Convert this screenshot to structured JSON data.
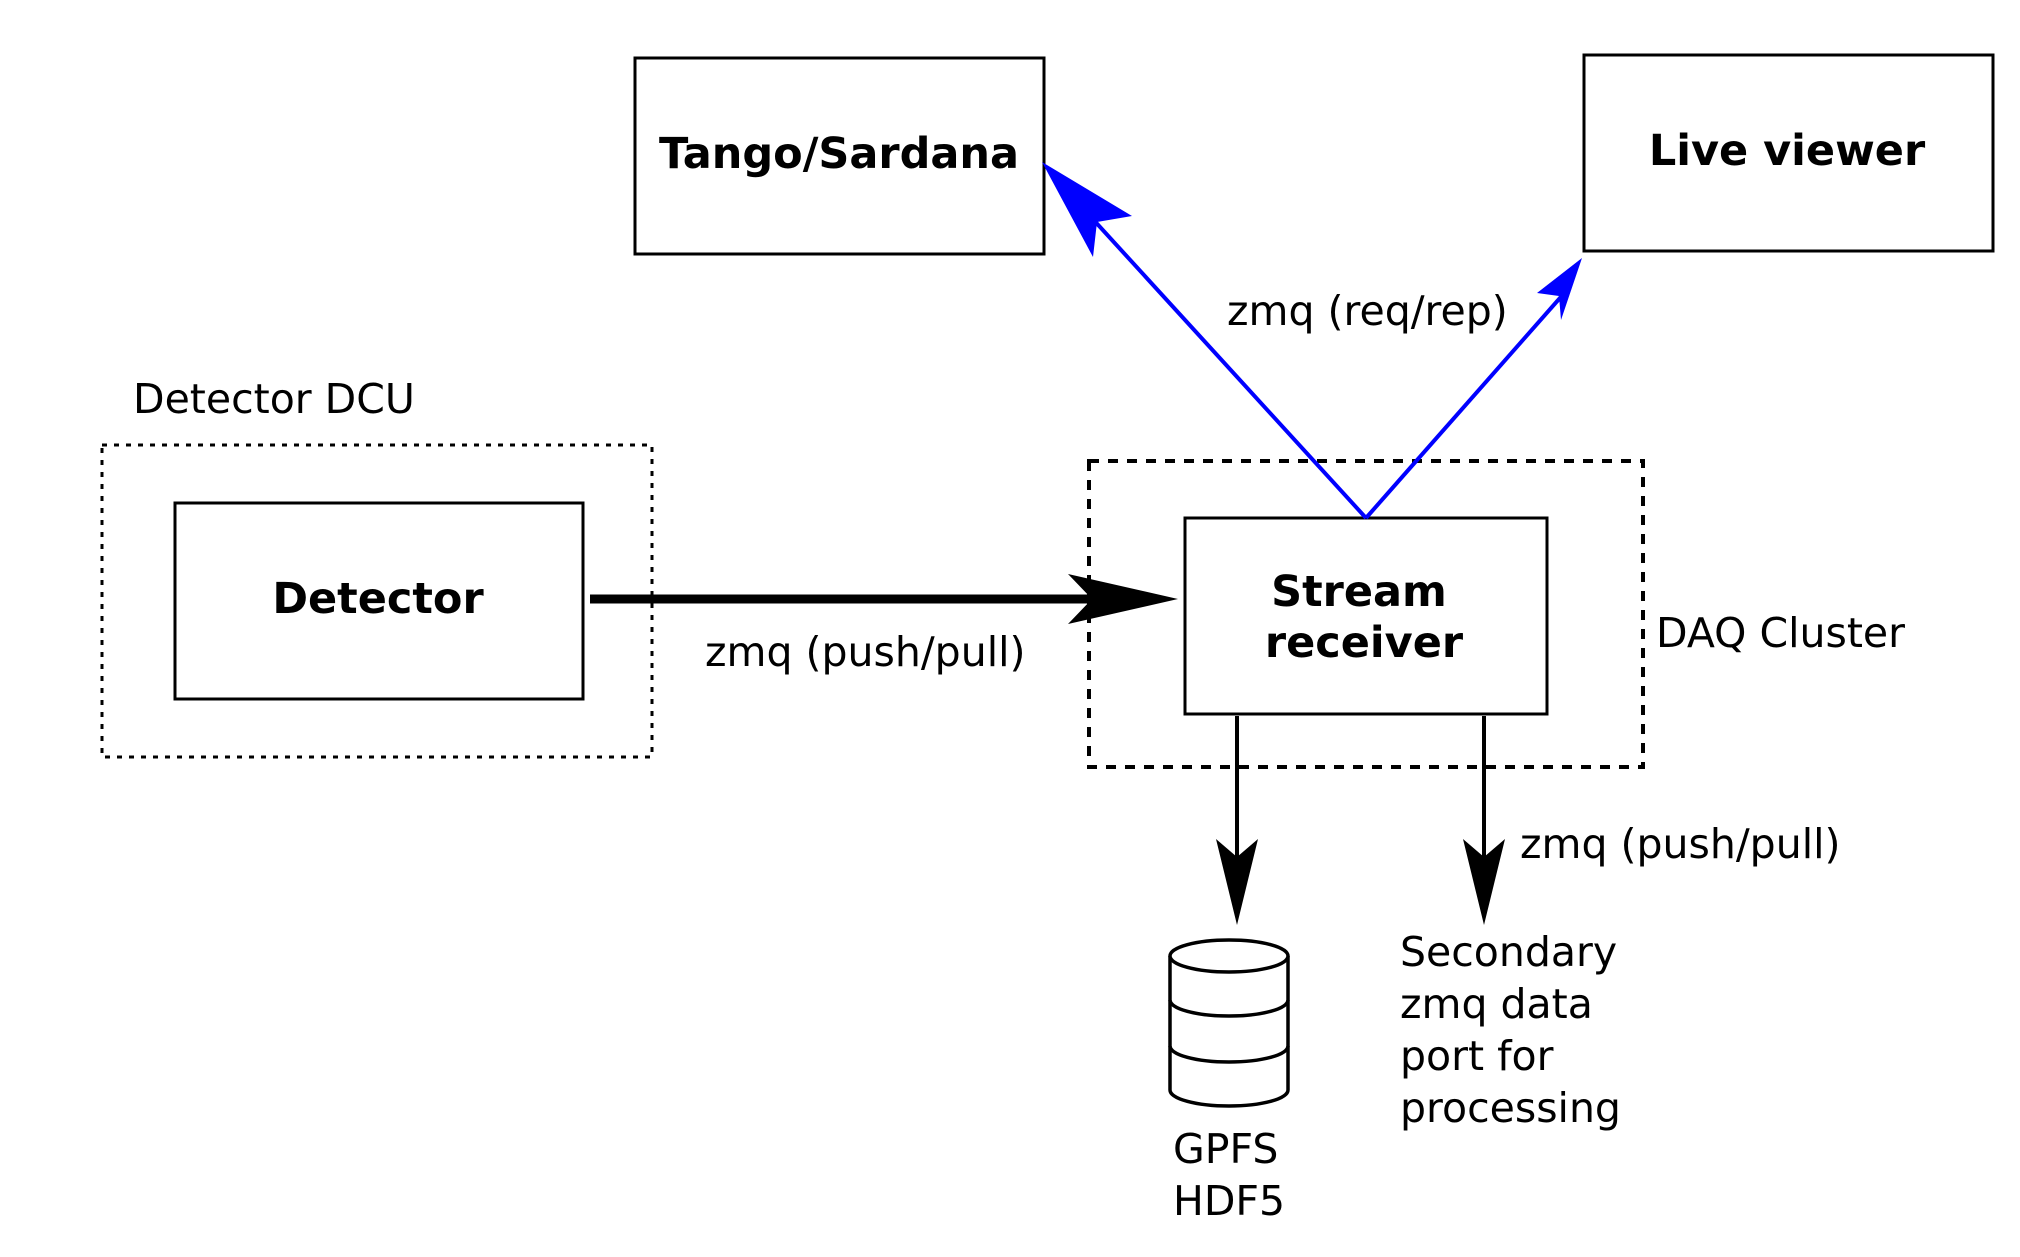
{
  "nodes": {
    "tango": {
      "label": "Tango/Sardana"
    },
    "live_viewer": {
      "label": "Live viewer"
    },
    "detector": {
      "label": "Detector"
    },
    "stream_receiver": {
      "label_line1": "Stream",
      "label_line2": "receiver"
    }
  },
  "groups": {
    "detector_dcu": {
      "label": "Detector DCU"
    },
    "daq_cluster": {
      "label": "DAQ Cluster"
    }
  },
  "edges": {
    "detector_to_receiver": {
      "label": "zmq (push/pull)"
    },
    "receiver_to_control": {
      "label": "zmq (req/rep)"
    },
    "receiver_to_secondary": {
      "label": "zmq (push/pull)"
    }
  },
  "storage": {
    "label_line1": "GPFS",
    "label_line2": "HDF5"
  },
  "secondary_port": {
    "line1": "Secondary",
    "line2": "zmq data",
    "line3": "port for",
    "line4": "processing"
  },
  "colors": {
    "control_arrow": "#0000ff",
    "data_arrow": "#000000",
    "box_stroke": "#000000"
  }
}
